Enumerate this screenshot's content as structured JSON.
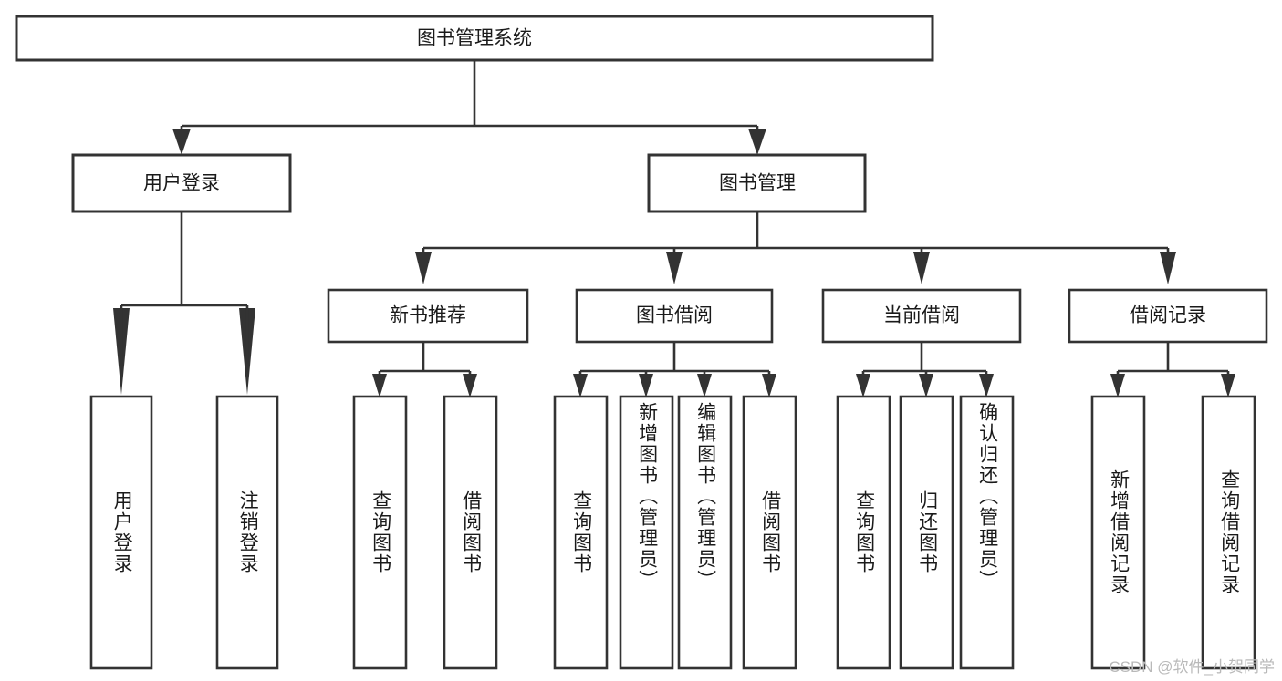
{
  "diagram": {
    "title": "图书管理系统",
    "type": "tree",
    "watermark": "CSDN @软件_小贺同学",
    "colors": {
      "stroke": "#333333",
      "fill": "#ffffff",
      "text": "#1a1a1a",
      "watermark": "#b9b9b9"
    },
    "root": {
      "label": "图书管理系统"
    },
    "level2": [
      {
        "label": "用户登录"
      },
      {
        "label": "图书管理"
      }
    ],
    "level3": [
      {
        "label": "新书推荐"
      },
      {
        "label": "图书借阅"
      },
      {
        "label": "当前借阅"
      },
      {
        "label": "借阅记录"
      }
    ],
    "leaves": {
      "user_login": [
        {
          "label": "用户登录"
        },
        {
          "label": "注销登录"
        }
      ],
      "new_book_recommend": [
        {
          "label": "查询图书"
        },
        {
          "label": "借阅图书"
        }
      ],
      "book_borrow": [
        {
          "label": "查询图书"
        },
        {
          "label": "新增图书（管理员）"
        },
        {
          "label": "编辑图书（管理员）"
        },
        {
          "label": "借阅图书"
        }
      ],
      "current_borrow": [
        {
          "label": "查询图书"
        },
        {
          "label": "归还图书"
        },
        {
          "label": "确认归还（管理员）"
        }
      ],
      "borrow_record": [
        {
          "label": "新增借阅记录"
        },
        {
          "label": "查询借阅记录"
        }
      ]
    }
  }
}
